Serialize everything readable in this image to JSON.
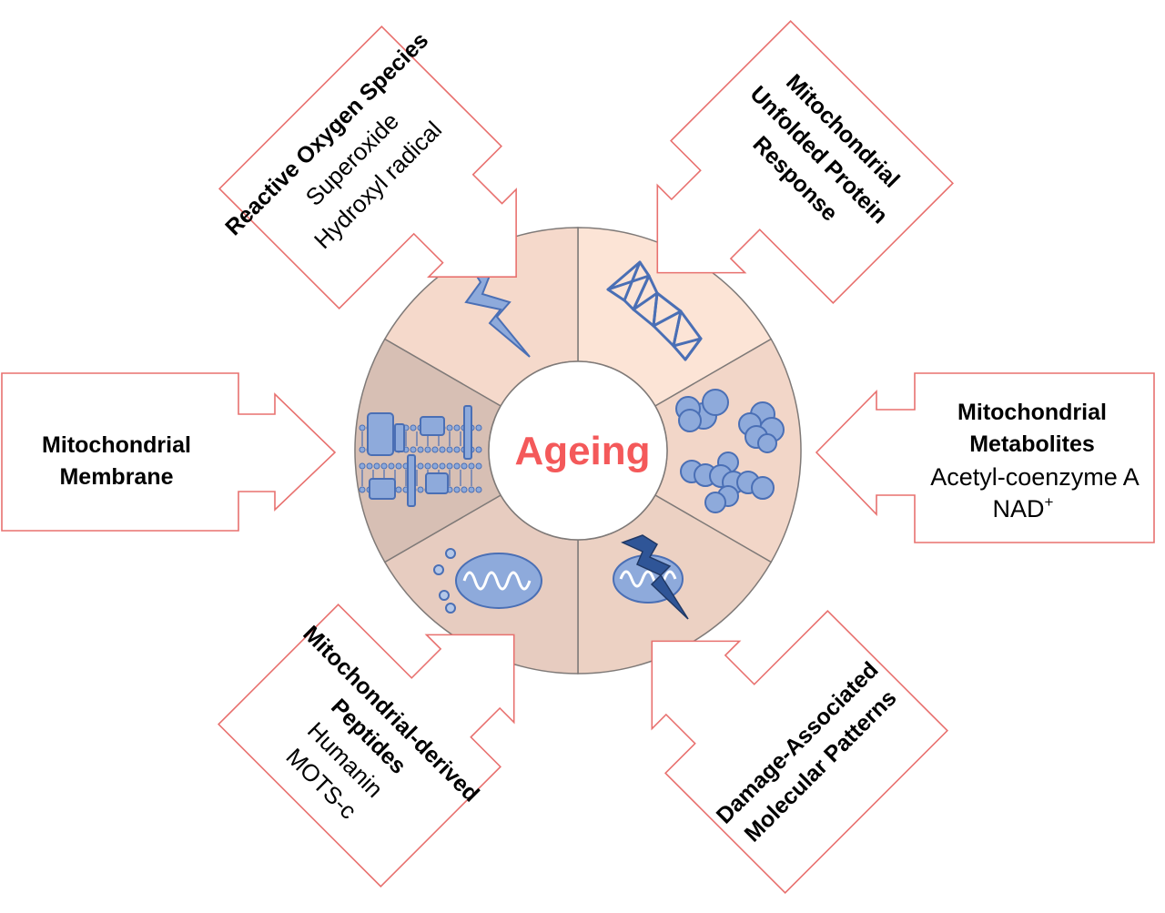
{
  "center_label": "Ageing",
  "colors": {
    "accent_text": "#f4595a",
    "arrow_border": "#e8716f",
    "icon_fill": "#8eaadb",
    "icon_stroke": "#4a6fb5",
    "dark_icon": "#2f5597"
  },
  "boxes": {
    "ros": {
      "title": "Reactive Oxygen Species",
      "items": [
        "Superoxide",
        "Hydroxyl radical"
      ]
    },
    "upr": {
      "title_lines": [
        "Mitochondrial",
        "Unfolded Protein",
        "Response"
      ]
    },
    "metabolites": {
      "title_lines": [
        "Mitochondrial",
        "Metabolites"
      ],
      "items": [
        "Acetyl-coenzyme A",
        "NAD"
      ],
      "nad_superscript": "+"
    },
    "damps": {
      "title_lines": [
        "Damage-Associated",
        "Molecular Patterns"
      ]
    },
    "peptides": {
      "title_lines": [
        "Mitochondrial-derived",
        "Peptides"
      ],
      "items": [
        "Humanin",
        "MOTS-c"
      ]
    },
    "membrane": {
      "title_lines": [
        "Mitochondrial",
        "Membrane"
      ]
    }
  },
  "segments": [
    {
      "name": "reactive-oxygen-species-segment",
      "icon": "lightning-bolt-icon",
      "color": "#fce4d6"
    },
    {
      "name": "unfolded-protein-segment",
      "icon": "protein-helix-icon",
      "color": "#f5d9cb"
    },
    {
      "name": "metabolites-segment",
      "icon": "molecule-cluster-icon",
      "color": "#f2d6c8"
    },
    {
      "name": "damps-segment",
      "icon": "damaged-mitochondrion-icon",
      "color": "#ecd1c3"
    },
    {
      "name": "peptides-segment",
      "icon": "mitochondrion-peptides-icon",
      "color": "#e7ccc0"
    },
    {
      "name": "membrane-segment",
      "icon": "membrane-proteins-icon",
      "color": "#d7bfb4"
    }
  ]
}
